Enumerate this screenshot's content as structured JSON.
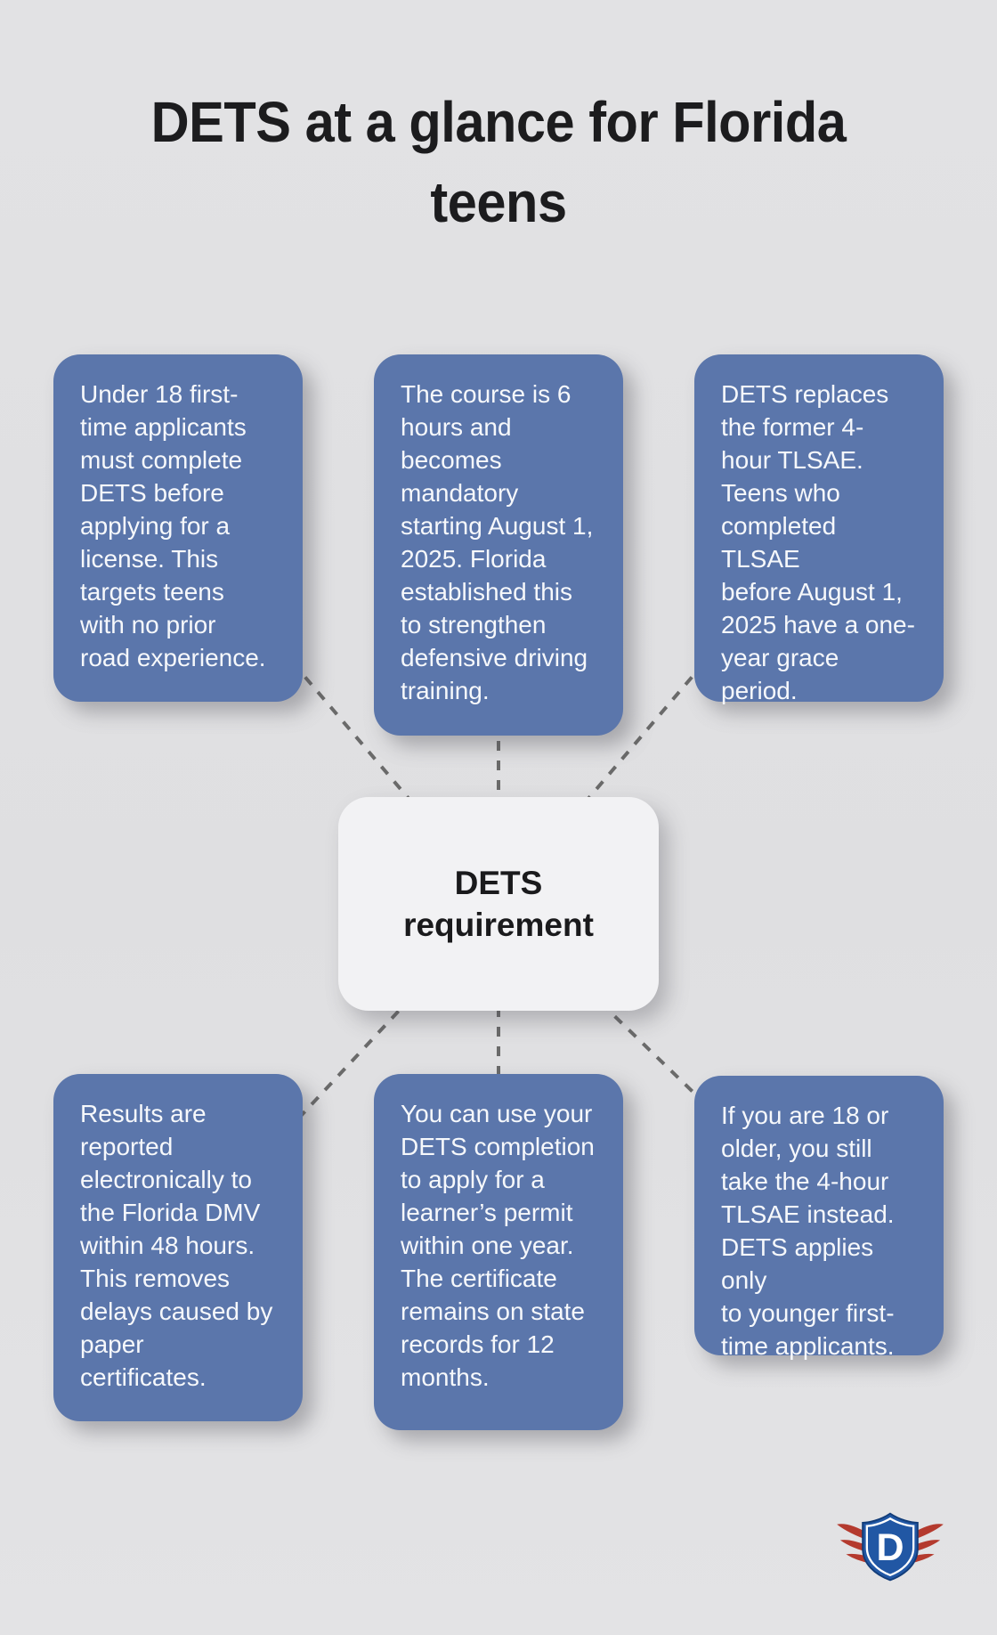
{
  "title": "DETS at a glance for Florida\nteens",
  "center_node": {
    "label": "DETS\nrequirement"
  },
  "nodes": [
    {
      "id": "top-left",
      "text": "Under 18 first-\ntime applicants\nmust complete\nDETS before\napplying for a\nlicense. This\ntargets teens\nwith no prior\nroad experience."
    },
    {
      "id": "top-middle",
      "text": "The course is 6\nhours and\nbecomes\nmandatory\nstarting August 1,\n2025. Florida\nestablished this\nto strengthen\ndefensive driving\ntraining."
    },
    {
      "id": "top-right",
      "text": "DETS replaces\nthe former 4-\nhour TLSAE.\nTeens who\ncompleted TLSAE\nbefore August 1,\n2025 have a one-\nyear grace\nperiod."
    },
    {
      "id": "bottom-left",
      "text": "Results are\nreported\nelectronically to\nthe Florida DMV\nwithin 48 hours.\nThis removes\ndelays caused by\npaper\ncertificates."
    },
    {
      "id": "bottom-middle",
      "text": "You can use your\nDETS completion\nto apply for a\nlearner’s permit\nwithin one year.\nThe certificate\nremains on state\nrecords for 12\nmonths."
    },
    {
      "id": "bottom-right",
      "text": "If you are 18 or\nolder, you still\ntake the 4-hour\nTLSAE instead.\nDETS applies only\nto younger first-\ntime applicants."
    }
  ],
  "logo": {
    "letter": "D"
  },
  "colors": {
    "page_bg": "#e2e2e4",
    "node_fill": "#5b76ab",
    "node_text": "#f6f8fb",
    "center_fill": "#f2f2f4",
    "center_text": "#1a1a1c",
    "title_color": "#1c1c1e",
    "connector": "#6a6a6a",
    "logo_blue": "#2157a4",
    "logo_blue_dark": "#123c78",
    "logo_red": "#b43a2e"
  }
}
